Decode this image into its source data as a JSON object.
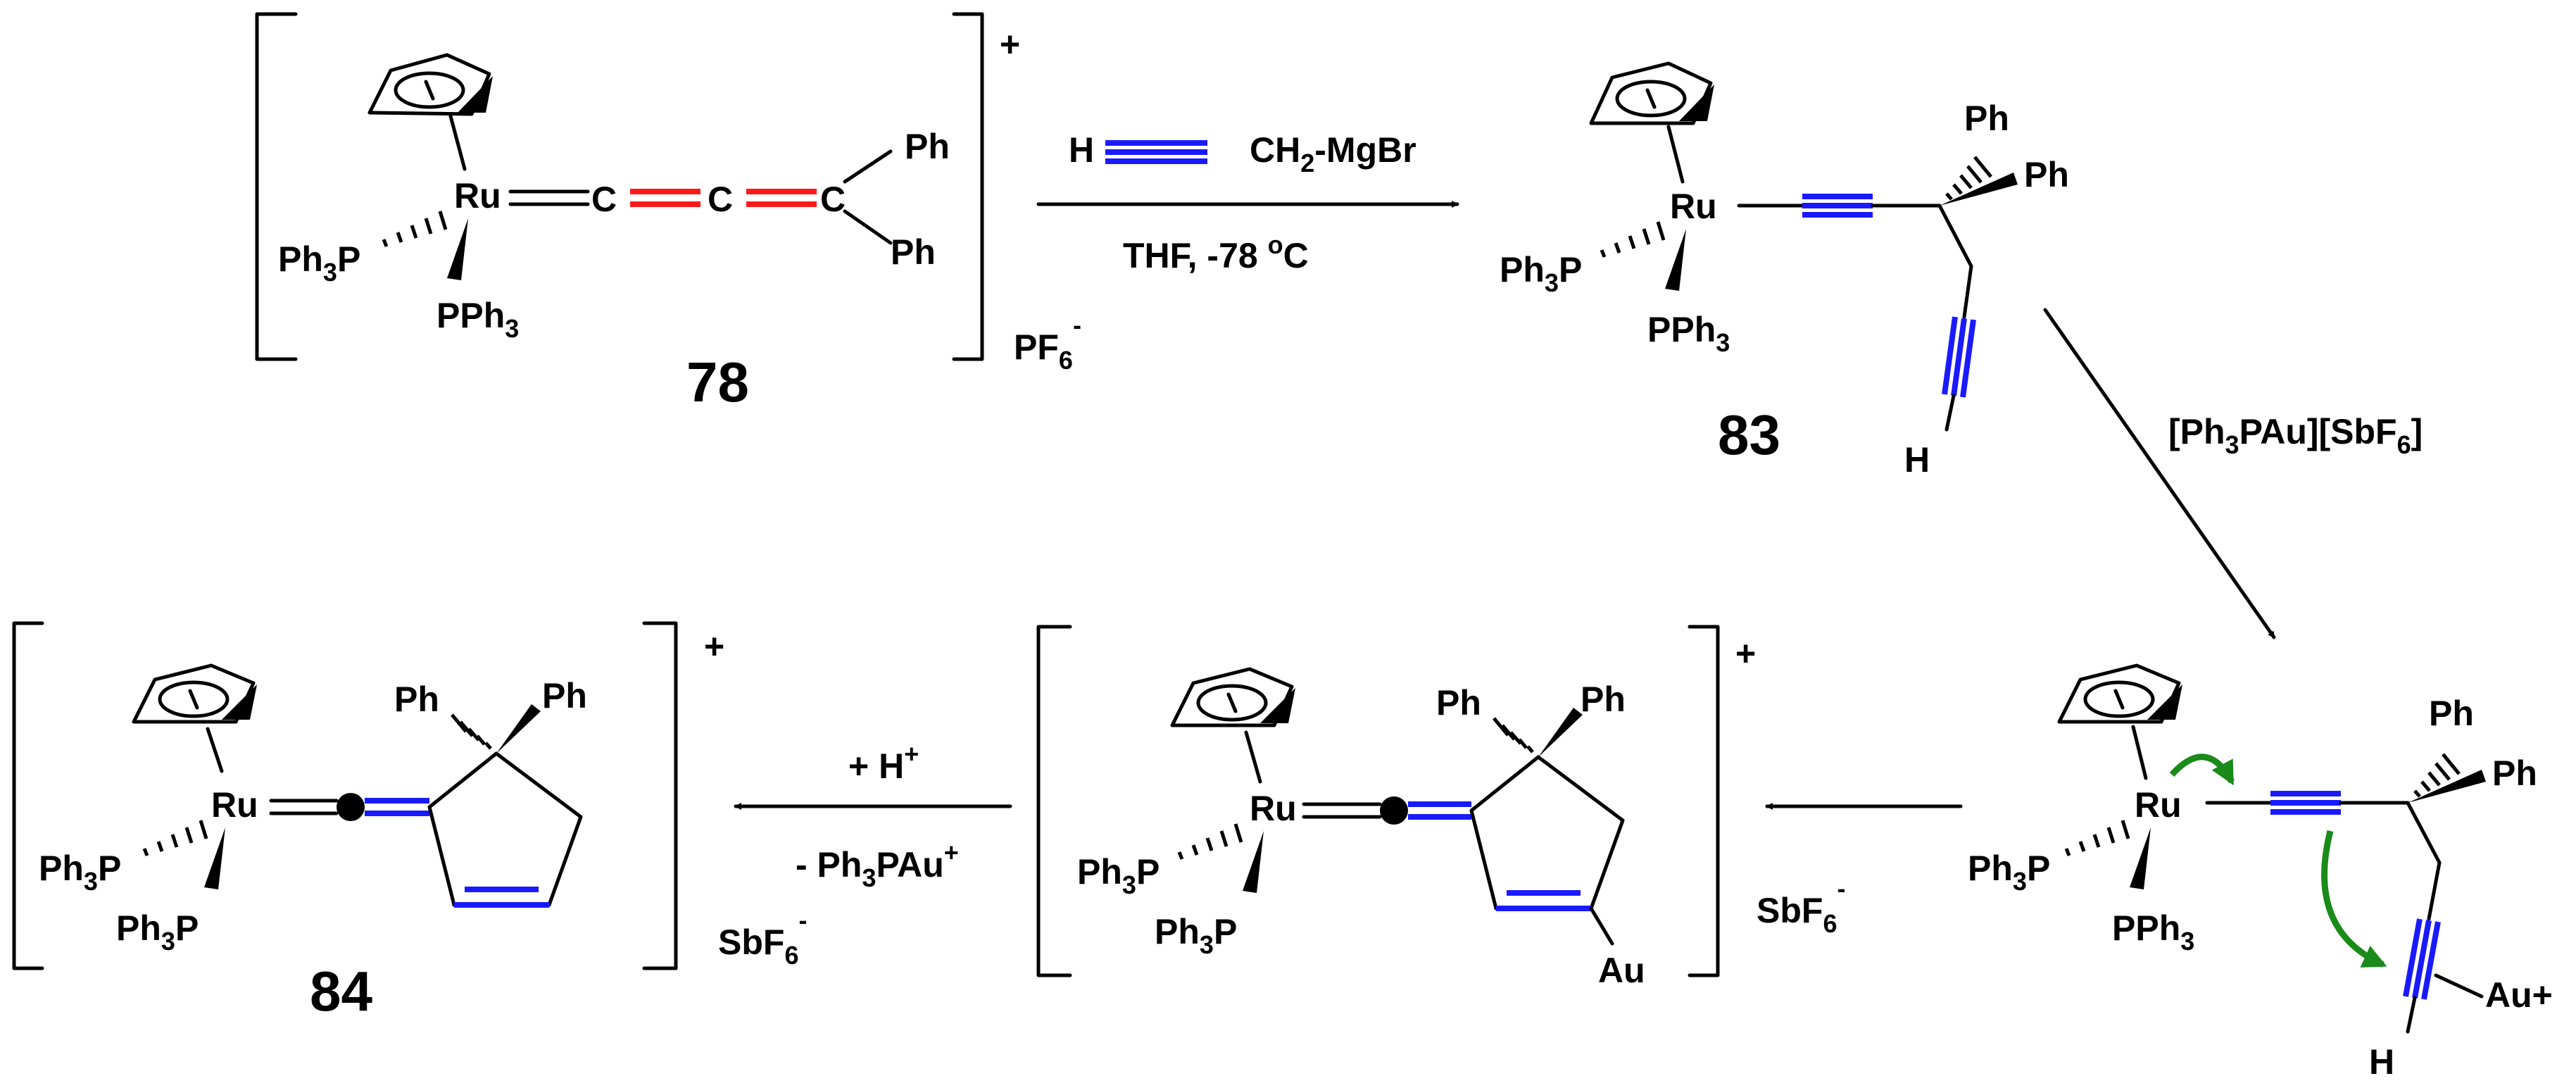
{
  "compounds": {
    "c78": {
      "number": "78",
      "metal": "Ru",
      "ligand_dash": "Ph",
      "ligand_dash_sub": "3",
      "ligand_dash_p": "P",
      "ligand_wedge_p": "PPh",
      "ligand_wedge_sub": "3",
      "atoms": [
        "C",
        "C",
        "C"
      ],
      "ph": [
        "Ph",
        "Ph"
      ],
      "charge": "+",
      "counterion": "PF",
      "counterion_sub": "6",
      "counterion_charge": "-"
    },
    "c83": {
      "number": "83",
      "metal": "Ru",
      "ligand_dash": "Ph",
      "ligand_dash_sub": "3",
      "ligand_dash_p": "P",
      "ligand_wedge_p": "PPh",
      "ligand_wedge_sub": "3",
      "ph": [
        "Ph",
        "Ph"
      ],
      "h": "H"
    },
    "gold_intermediate": {
      "metal": "Ru",
      "ligand_dash": "Ph",
      "ligand_dash_sub": "3",
      "ligand_dash_p": "P",
      "ligand_wedge_p": "PPh",
      "ligand_wedge_sub": "3",
      "ph": [
        "Ph",
        "Ph"
      ],
      "h": "H",
      "au": "Au+"
    },
    "vinylidene_au": {
      "metal": "Ru",
      "ligand_dash": "Ph",
      "ligand_dash_sub": "3",
      "ligand_dash_p": "P",
      "ligand_wedge_p": "Ph",
      "ligand_wedge_sub": "3",
      "ligand_wedge_p2": "P",
      "ph": [
        "Ph",
        "Ph"
      ],
      "au": "Au",
      "charge": "+",
      "counterion": "SbF",
      "counterion_sub": "6",
      "counterion_charge": "-"
    },
    "c84": {
      "number": "84",
      "metal": "Ru",
      "ligand_dash": "Ph",
      "ligand_dash_sub": "3",
      "ligand_dash_p": "P",
      "ligand_wedge_p": "Ph",
      "ligand_wedge_sub": "3",
      "ligand_wedge_p2": "P",
      "ph": [
        "Ph",
        "Ph"
      ],
      "charge": "+",
      "counterion": "SbF",
      "counterion_sub": "6",
      "counterion_charge": "-"
    }
  },
  "arrows": {
    "step1": {
      "reagent_h": "H",
      "reagent_chain": "CH",
      "reagent_chain_sub": "2",
      "reagent_chain_end": "-MgBr",
      "conditions": "THF, -78 ",
      "conditions_sup": "o",
      "conditions_end": "C"
    },
    "step2": {
      "reagent_a": "[Ph",
      "reagent_a_sub": "3",
      "reagent_b": "PAu][SbF",
      "reagent_b_sub": "6",
      "reagent_c": "]"
    },
    "step4": {
      "above": "+ H",
      "above_sup": "+",
      "below_a": "- Ph",
      "below_sub": "3",
      "below_b": "PAu",
      "below_sup": "+"
    }
  },
  "colors": {
    "ink": "#000000",
    "triple_bond": "#1a1aff",
    "cumulene_bond": "#ff1a1a",
    "electron_arrow": "#1a8a1a"
  }
}
